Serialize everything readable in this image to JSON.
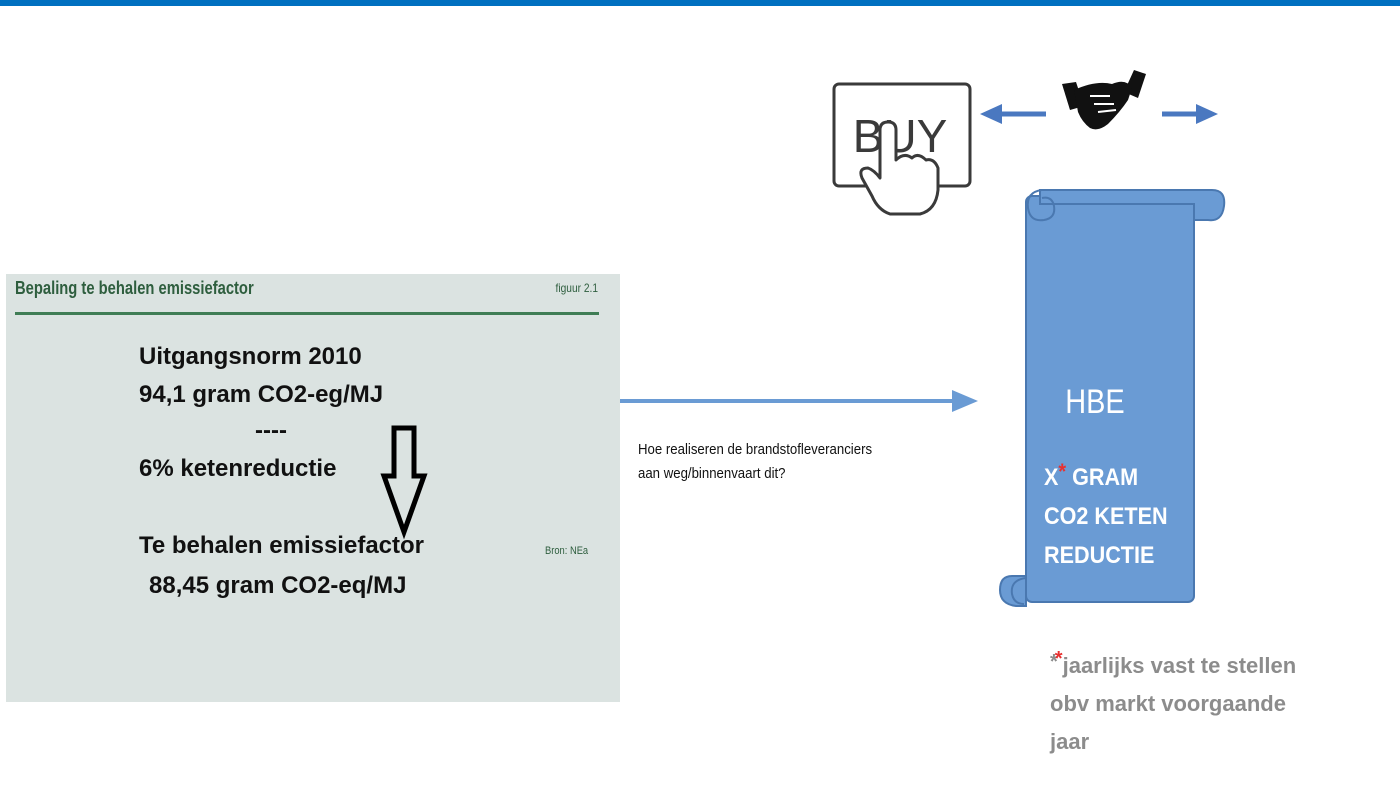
{
  "colors": {
    "top_bar": "#0070c0",
    "panel_bg": "#dbe3e1",
    "panel_title": "#2e5e3e",
    "panel_rule": "#3f7d55",
    "connector": "#6a9bd4",
    "scroll_fill": "#6a9bd4",
    "scroll_edge": "#4a78b0",
    "icon_dark": "#3a3a3a",
    "footnote_grey": "#8c8c8c",
    "asterisk_red": "#e8302f"
  },
  "figure": {
    "title": "Bepaling te behalen emissiefactor",
    "number": "figuur 2.1",
    "source": "Bron: NEa",
    "lines": {
      "base_label": "Uitgangsnorm 2010",
      "base_value": "94,1 gram CO2-eg/MJ",
      "divider": "----",
      "reduction": "6% ketenreductie",
      "target_label": "Te behalen emissiefactor",
      "target_value": "88,45 gram CO2-eq/MJ"
    }
  },
  "question": {
    "line1": "Hoe realiseren de brandstofleveranciers",
    "line2": "aan weg/binnenvaart dit?"
  },
  "buy_icon": {
    "label": "BUY",
    "icon": "pointing-hand-icon"
  },
  "trade_icon": {
    "icon": "handshake-icon"
  },
  "scroll": {
    "title": "HBE",
    "x_label": "X",
    "star": "*",
    "line1_rest": " GRAM",
    "line2": "CO2 KETEN",
    "line3": "REDUCTIE"
  },
  "footnote": {
    "star_grey": "*",
    "star_red": "*",
    "line1": "jaarlijks vast te stellen",
    "line2": "obv markt voorgaande",
    "line3": "jaar"
  }
}
